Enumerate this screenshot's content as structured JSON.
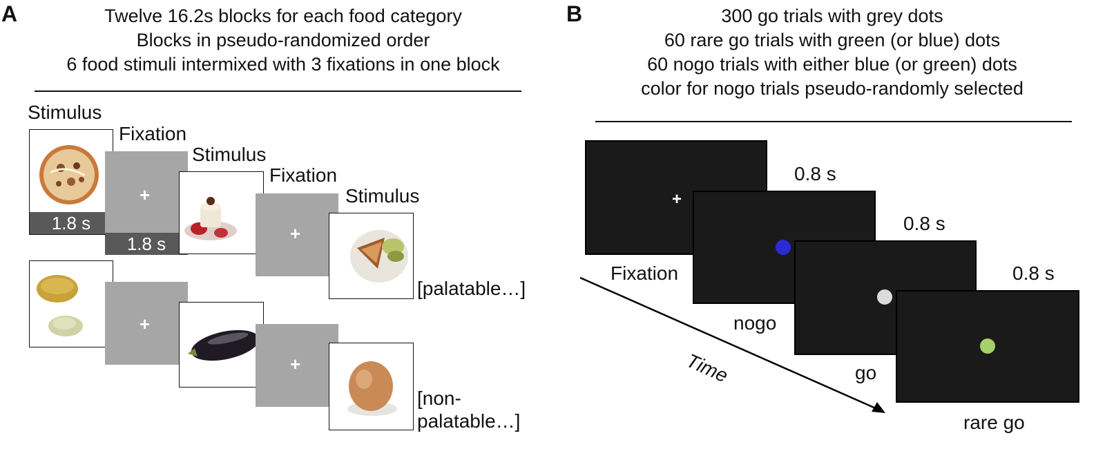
{
  "panel_a": {
    "letter": "A",
    "caption": [
      "Twelve 16.2s blocks for each food category",
      "Blocks in pseudo-randomized order",
      "6 food stimuli intermixed with 3 fixations in one block"
    ],
    "labels": {
      "stimulus": "Stimulus",
      "fixation": "Fixation",
      "plus": "+",
      "duration": "1.8 s"
    },
    "palatable_label": "[palatable…]",
    "nonpalatable_label_line1": "[non-",
    "nonpalatable_label_line2": "palatable…]",
    "food_icons": [
      "pizza-image",
      "dessert-image",
      "pizza-slice-image",
      "spice-powder-image",
      "eggplant-image",
      "egg-image"
    ]
  },
  "panel_b": {
    "letter": "B",
    "caption": [
      "300 go trials with grey dots",
      "60 rare go trials with green (or blue) dots",
      "60 nogo trials with either blue (or green) dots",
      "color for nogo trials pseudo-randomly selected"
    ],
    "screens": [
      {
        "name": "Fixation",
        "content": "+"
      },
      {
        "name": "nogo",
        "duration": "0.8 s",
        "dot_color": "#2b2bd6"
      },
      {
        "name": "go",
        "duration": "0.8 s",
        "dot_color": "#dcdcdc"
      },
      {
        "name": "rare go",
        "duration": "0.8 s",
        "dot_color": "#a6d06a"
      }
    ],
    "time_label": "Time"
  },
  "colors": {
    "fixation_grey": "#a6a6a6",
    "duration_bar": "#595959",
    "screen_black": "#1a1a1a"
  }
}
